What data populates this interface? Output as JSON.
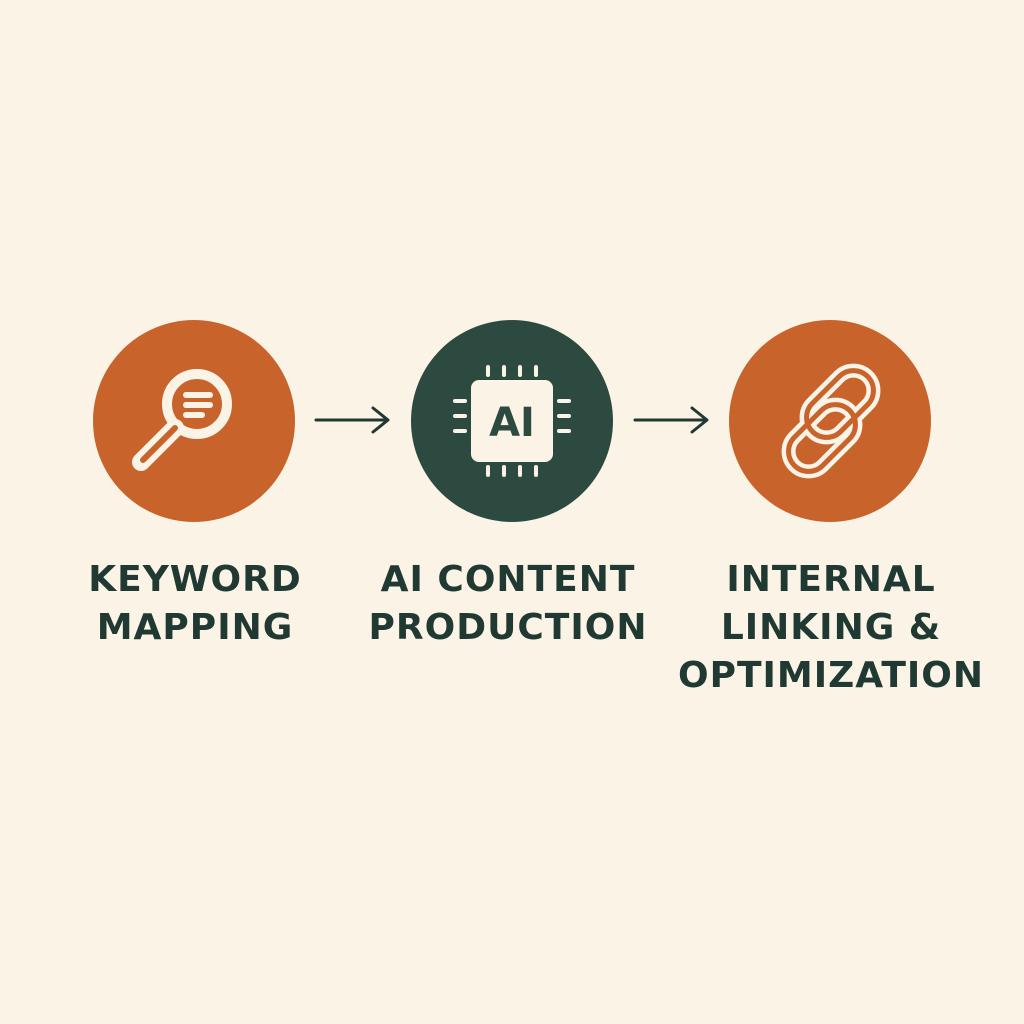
{
  "colors": {
    "background": "#fbf3e6",
    "accent_orange": "#c8642b",
    "accent_green": "#2d4a40",
    "text": "#203a33",
    "icon_stroke": "#fbf3e6"
  },
  "steps": [
    {
      "icon": "magnifier-document-icon",
      "label_lines": [
        "KEYWORD",
        "MAPPING"
      ]
    },
    {
      "icon": "ai-chip-icon",
      "chip_text": "AI",
      "label_lines": [
        "AI CONTENT",
        "PRODUCTION"
      ]
    },
    {
      "icon": "chain-link-icon",
      "label_lines": [
        "INTERNAL",
        "LINKING &",
        "OPTIMIZATION"
      ]
    }
  ],
  "arrows": [
    "right-arrow-icon",
    "right-arrow-icon"
  ]
}
